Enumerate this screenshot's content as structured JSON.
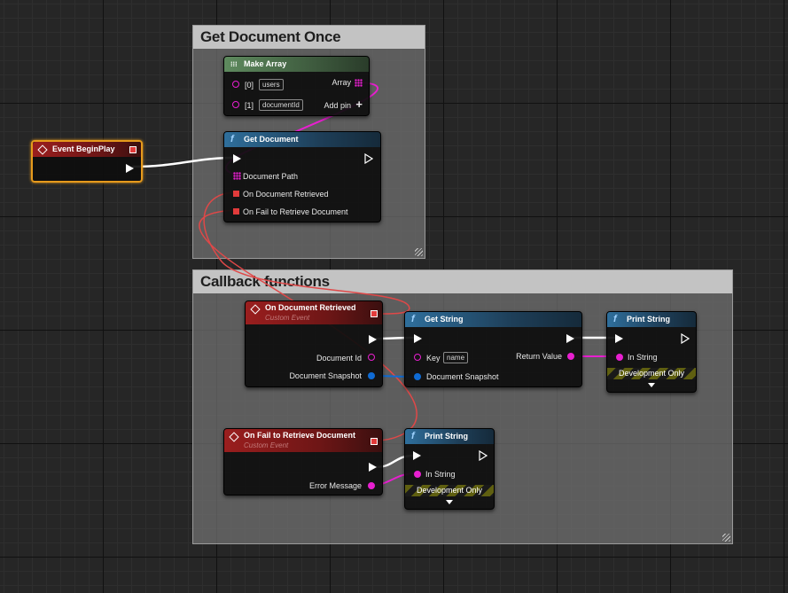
{
  "comments": {
    "get_document_once": "Get Document Once",
    "callback_functions": "Callback functions"
  },
  "nodes": {
    "event_begin_play": {
      "title": "Event BeginPlay"
    },
    "make_array": {
      "title": "Make Array",
      "pin0_index": "[0]",
      "pin0_value": "users",
      "pin1_index": "[1]",
      "pin1_value": "documentId",
      "out_label": "Array",
      "add_pin": "Add pin"
    },
    "get_document": {
      "title": "Get Document",
      "document_path": "Document Path",
      "on_retrieved": "On Document Retrieved",
      "on_fail": "On Fail to Retrieve Document"
    },
    "on_document_retrieved": {
      "title": "On Document Retrieved",
      "subtitle": "Custom Event",
      "out_document_id": "Document Id",
      "out_document_snapshot": "Document Snapshot"
    },
    "get_string": {
      "title": "Get String",
      "key_label": "Key",
      "key_value": "name",
      "document_snapshot": "Document Snapshot",
      "return_value": "Return Value"
    },
    "print_string_1": {
      "title": "Print String",
      "in_string": "In String",
      "dev_only": "Development Only"
    },
    "on_fail_retrieve": {
      "title": "On Fail to Retrieve Document",
      "subtitle": "Custom Event",
      "error_message": "Error Message"
    },
    "print_string_2": {
      "title": "Print String",
      "in_string": "In String",
      "dev_only": "Development Only"
    }
  },
  "colors": {
    "exec": "#ffffff",
    "string_pin": "#e81fd0",
    "struct_pin": "#0f6bd4",
    "delegate_pin": "#e23b3b",
    "function_header": "#2f6f9c",
    "event_header": "#9a1e1e",
    "array_header": "#5e8a5e"
  }
}
